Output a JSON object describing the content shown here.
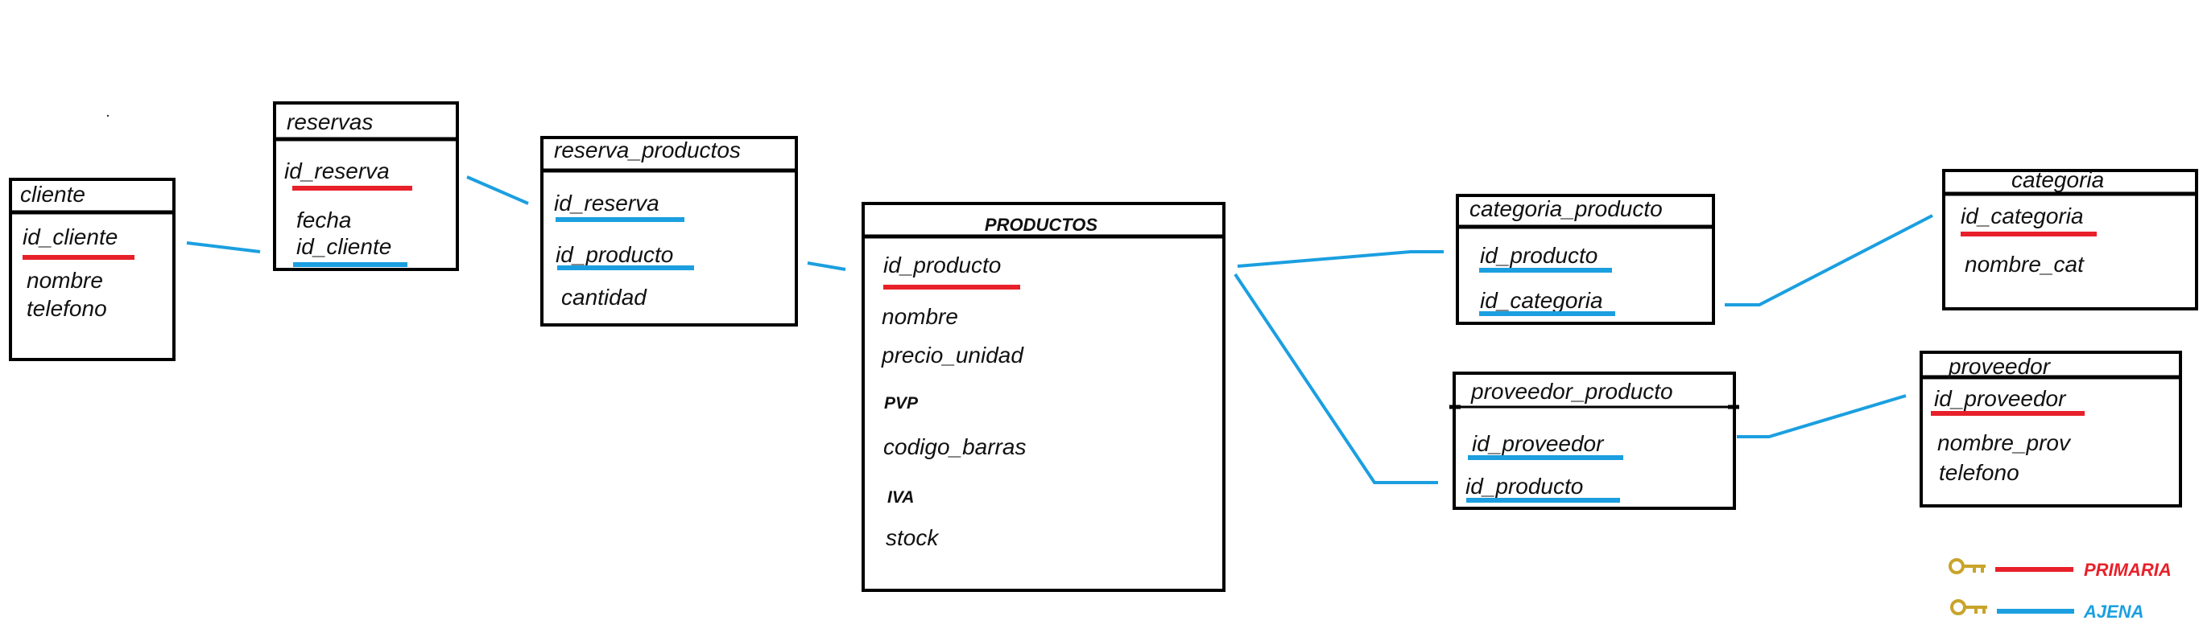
{
  "colors": {
    "primary_key": "#e8202a",
    "foreign_key": "#1b9fe0",
    "relation_line": "#1b9fe0",
    "border": "#000000",
    "key_icon": "#c8a42a"
  },
  "tables": {
    "cliente": {
      "title": "cliente",
      "fields": [
        "id_cliente",
        "nombre",
        "telefono"
      ]
    },
    "reservas": {
      "title": "reservas",
      "fields": [
        "id_reserva",
        "fecha",
        "id_cliente"
      ]
    },
    "reserva_productos": {
      "title": "reserva_productos",
      "fields": [
        "id_reserva",
        "id_producto",
        "cantidad"
      ]
    },
    "productos": {
      "title": "PRODUCTOS",
      "fields": [
        "id_producto",
        "nombre",
        "precio_unidad",
        "PVP",
        "codigo_barras",
        "IVA",
        "stock"
      ]
    },
    "categoria_producto": {
      "title": "categoria_producto",
      "fields": [
        "id_producto",
        "id_categoria"
      ]
    },
    "categoria": {
      "title": "categoria",
      "fields": [
        "id_categoria",
        "nombre_cat"
      ]
    },
    "proveedor_producto": {
      "title": "proveedor_producto",
      "fields": [
        "id_proveedor",
        "id_producto"
      ]
    },
    "proveedor": {
      "title": "proveedor",
      "fields": [
        "id_proveedor",
        "nombre_prov",
        "telefono"
      ]
    }
  },
  "legend": {
    "primary_label": "PRIMARIA",
    "foreign_label": "AJENA",
    "key_icon": "key-icon"
  }
}
